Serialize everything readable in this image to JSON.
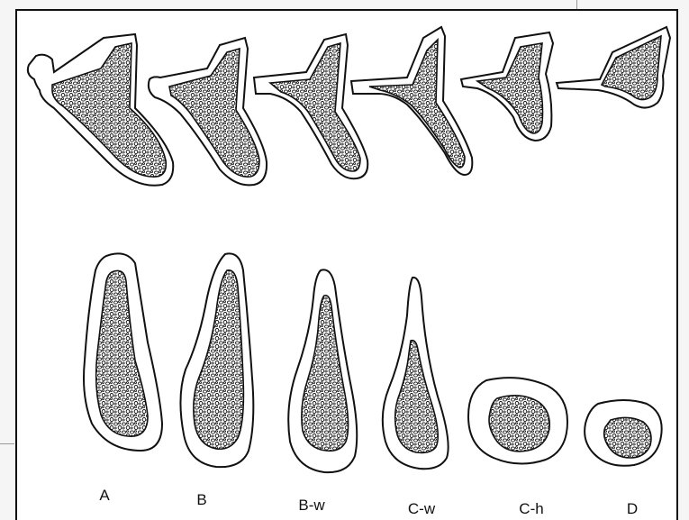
{
  "figure": {
    "labels": [
      "A",
      "B",
      "B-w",
      "C-w",
      "C-h",
      "D"
    ],
    "colors": {
      "ink": "#111111",
      "paper": "#ffffff",
      "background": "#f5f5f5"
    }
  }
}
